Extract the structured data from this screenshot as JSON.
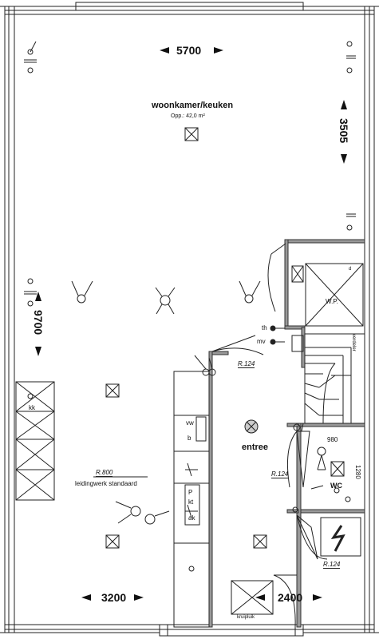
{
  "room": {
    "name": "woonkamer/keuken",
    "area": "Opp.: 42,0 m²"
  },
  "dimensions": {
    "top": "5700",
    "right": "3505",
    "left": "9700",
    "bottom_left": "3200",
    "bottom_right": "2400",
    "wc_width": "980",
    "wc_height": "1280"
  },
  "labels": {
    "entree": "entree",
    "wc": "WC",
    "wp": "W.P.",
    "th": "th",
    "mv": "mv",
    "kk": "kk",
    "vw": "vw",
    "b": "b",
    "p": "P",
    "kt": "kt",
    "ak": "ak",
    "d": "d",
    "verdeler": "verdeler",
    "kruipluik": "kruipluik",
    "leidingwerk": "leidingwerk standaard"
  },
  "refs": {
    "r124_a": "R.124",
    "r124_b": "R.124",
    "r124_c": "R.124",
    "r800": "R.800"
  },
  "colors": {
    "line": "#222222",
    "wall": "#888888"
  }
}
